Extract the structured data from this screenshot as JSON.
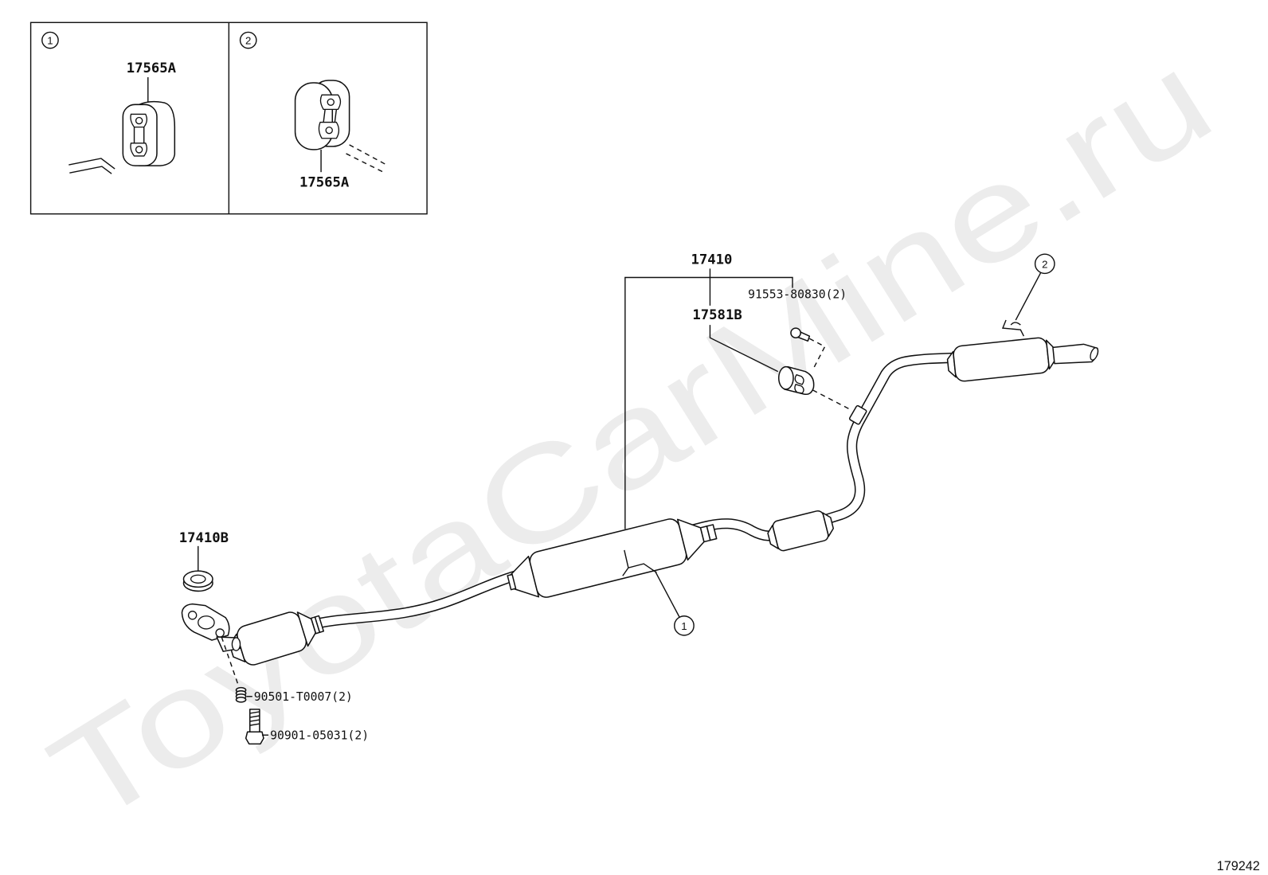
{
  "diagram": {
    "inset": {
      "panel_1": {
        "callout": "1",
        "part_label": "17565A"
      },
      "panel_2": {
        "callout": "2",
        "part_label": "17565A"
      }
    },
    "labels": {
      "exhaust_pipe_assy": "17410",
      "hanger_bolt": "91553-80830(2)",
      "hanger": "17581B",
      "gasket": "17410B",
      "spring": "90501-T0007(2)",
      "flange_bolt": "90901-05031(2)"
    },
    "callouts": {
      "hanger_1": "1",
      "hanger_2": "2"
    },
    "watermark": "ToyotaCarMine.ru",
    "figure_number": "179242"
  }
}
